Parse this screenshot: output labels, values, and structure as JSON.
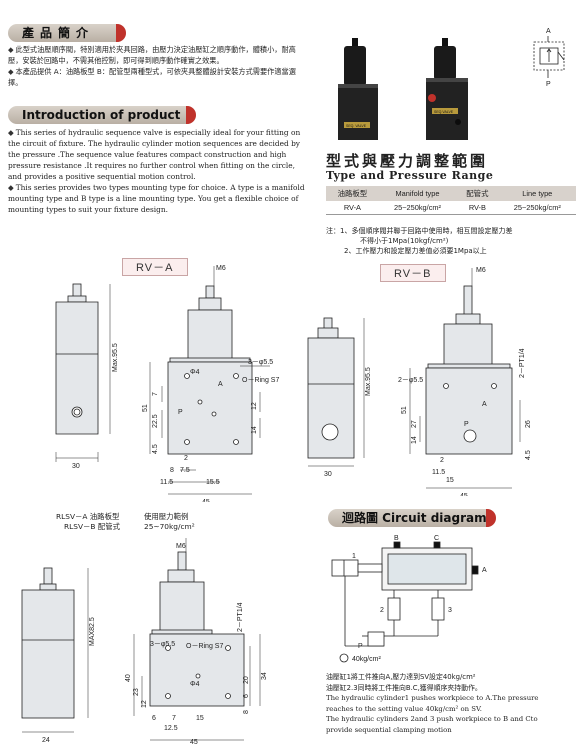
{
  "product_section": {
    "zh_heading": "產品簡介",
    "zh_paragraphs": [
      "此型式油壓順序閥，特別適用於夾具回路，由壓力決定油壓缸之順序動作，體積小，耐高壓，安裝於回路中，不需其他控制，即可得到順序動作確實之效果。",
      "本產品提供 A：油路板型 B：配管型兩種型式，可依夾具整體設計安裝方式需要作適當選擇。"
    ],
    "en_heading": "Introduction of product",
    "en_paragraphs": [
      "This series of hydraulic sequence valve is especially ideal for your fitting on the circuit of fixture. The hydraulic cylinder motion sequences are decided by the pressure .The sequence value features compact construction and high pressure resistance .It requires no further control when fitting on the circle, and provides a positive sequential motion control.",
      "This series provides two types mounting type for choice. A type is a manifold mounting type and B type is a line mounting type. You get a flexible choice of mounting types to suit your fixture design."
    ]
  },
  "photo_labels": {
    "label1": "SEQ. VALVE",
    "label2": "SEQ.VALVE"
  },
  "symbol": {
    "a": "A",
    "p": "P"
  },
  "pressure_range": {
    "title_zh": "型式與壓力調整範圍",
    "title_en": "Type and Pressure Range",
    "headers": [
      "油路板型",
      "Manifold type",
      "配管式",
      "Line type"
    ],
    "row": [
      "RV-A",
      "25~250kg/cm²",
      "RV-B",
      "25~250kg/cm²"
    ],
    "notes": [
      "注：1、多個順序閥并聯于回路中使用時，相互間設定壓力差",
      "不得小于1Mpa(10kgf/cm²)",
      "2、工作壓力和設定壓力差值必須要1Mpa以上"
    ]
  },
  "rva": {
    "title": "RV－A",
    "dims": {
      "m6": "M6",
      "max": "Max.95.5",
      "w30": "30",
      "holes": "3－φ5.5",
      "oring": "O－Ring S7",
      "d4": "Φ4",
      "h51": "51",
      "h7": "7",
      "h22": "22.5",
      "h4": "4.5",
      "h12": "12",
      "h14": "14",
      "d2": "2",
      "d8": "8",
      "d75": "7.5",
      "d115": "11.5",
      "d155": "15.5",
      "w45": "45",
      "p": "P",
      "a": "A"
    }
  },
  "rvb": {
    "title": "RV－B",
    "dims": {
      "m6": "M6",
      "max": "Max.95.5",
      "w30": "30",
      "pt": "2－PT1/4",
      "holes": "2－φ5.5",
      "h51": "51",
      "h27": "27",
      "h14": "14",
      "h26": "26",
      "h45": "4.5",
      "d2": "2",
      "d115": "11.5",
      "d15": "15",
      "w45": "45",
      "a": "A",
      "p": "P"
    }
  },
  "rlsv": {
    "label_a": "RLSV－A 油路板型",
    "label_b": "RLSV－B 配管式",
    "range_label": "使用壓力範例",
    "range_value": "25~70kg/cm²",
    "dims": {
      "m6": "M6",
      "max": "MAX82.5",
      "w24": "24",
      "holes": "3－φ5.5",
      "oring": "O－Ring S7",
      "pt": "2－PT1/4",
      "d4": "Φ4",
      "h40": "40",
      "h23": "23",
      "h12": "12",
      "h20": "20",
      "h34": "34",
      "h6": "6",
      "h8": "8",
      "d6": "6",
      "d7": "7",
      "d15": "15",
      "d125": "12.5",
      "w45": "45"
    }
  },
  "circuit": {
    "heading": "迴路圖 Circuit diagram",
    "labels": {
      "b": "B",
      "c": "C",
      "a": "A",
      "n1": "1",
      "n2": "2",
      "n3": "3",
      "p": "P"
    },
    "pressure": "40kg/cm²",
    "notes": [
      "油壓缸1將工件推向A,壓力達到SV設定40kg/cm²",
      "油壓缸2.3同時將工件推向B.C,獲得順序夾持動作。",
      "The hydraulic cylinder1 pushes workpiece to A.The pressure",
      "reaches to the setting value 40kg/cm² on SV.",
      "The hydraulic cylinders 2and 3 push workpiece to B and Cto",
      "provide sequential clamping motion"
    ]
  }
}
